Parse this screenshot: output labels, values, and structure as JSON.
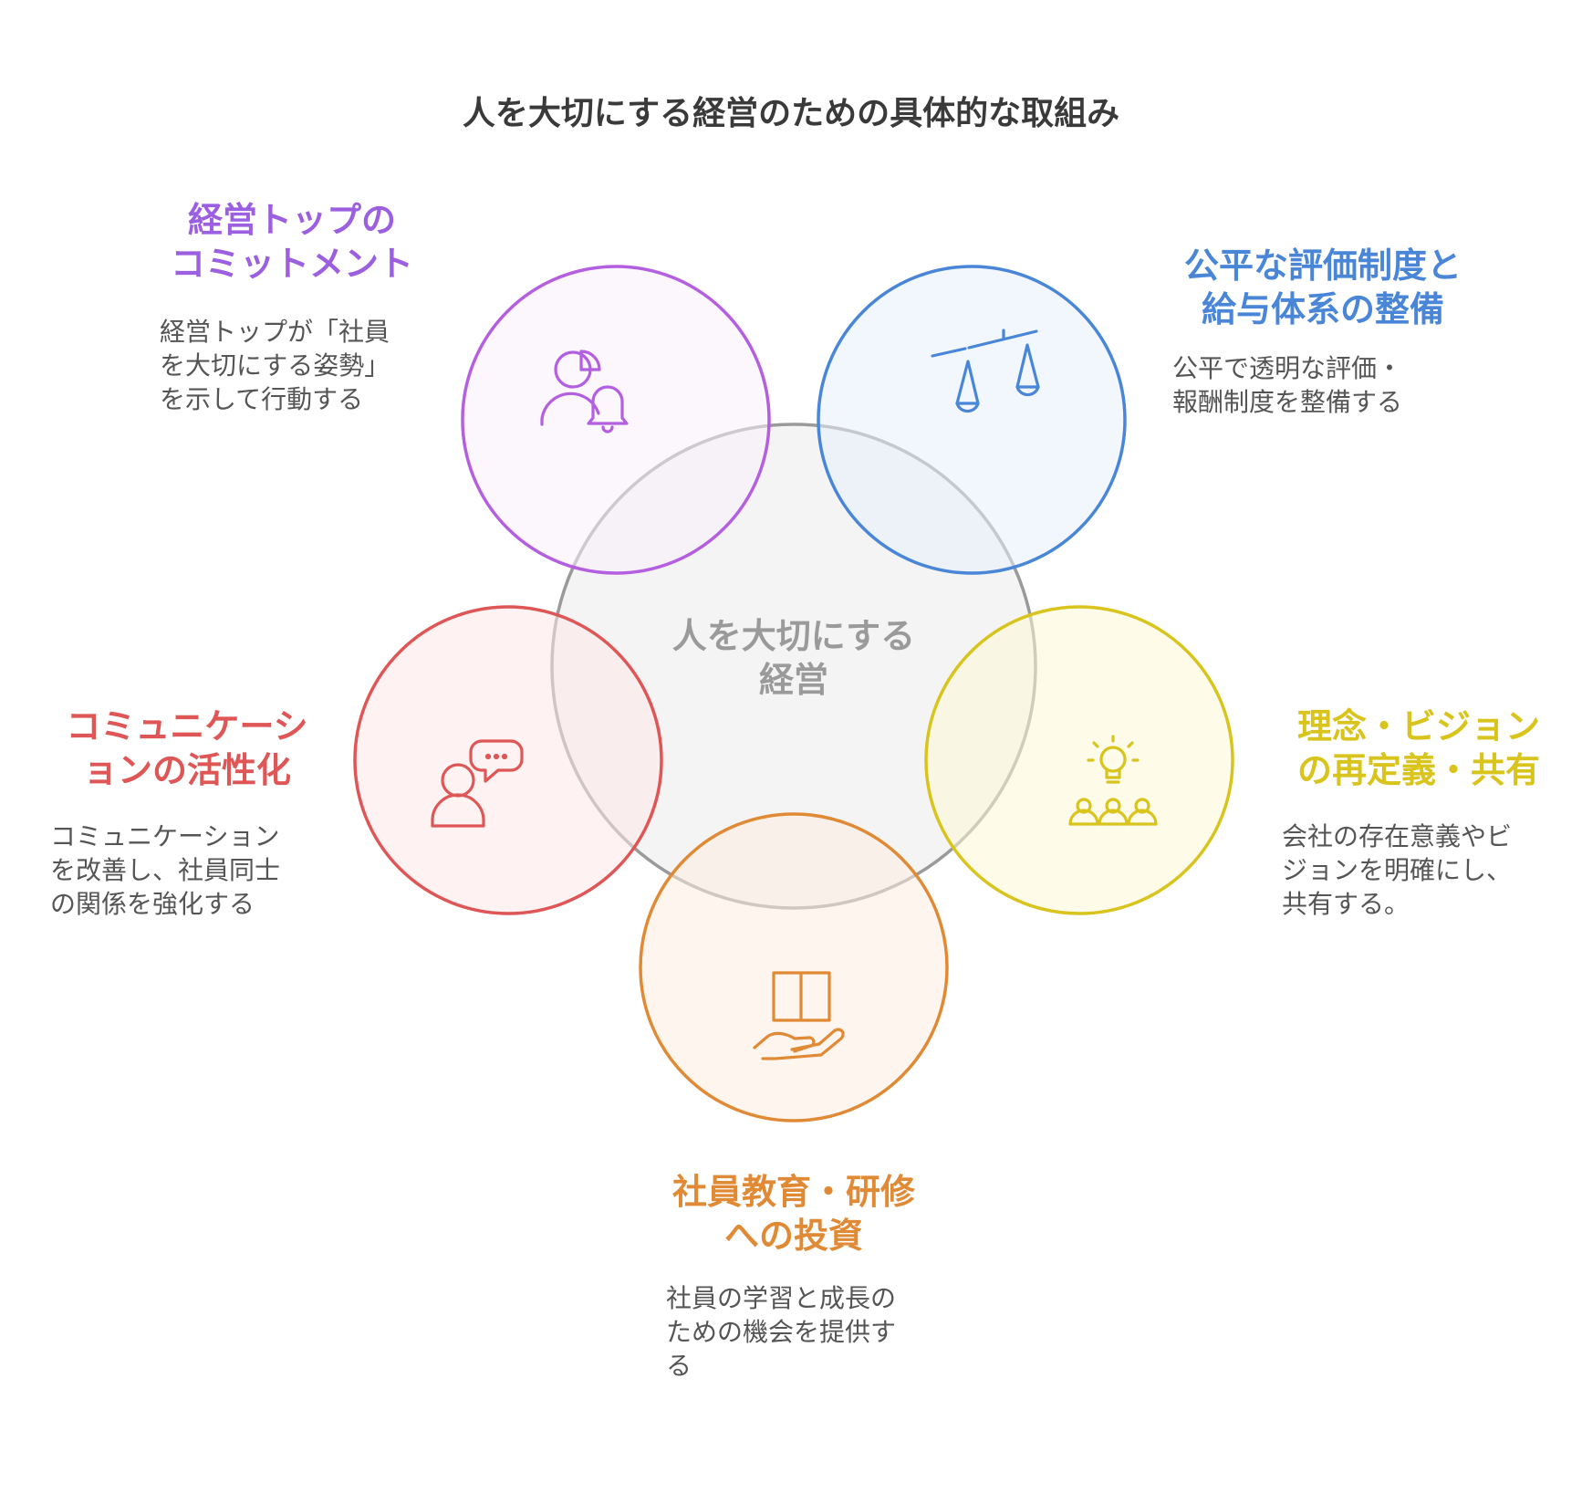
{
  "title": "人を大切にする経営のための具体的な取組み",
  "center": {
    "label": "人を大切にする\n経営"
  },
  "colors": {
    "center": "#9a9a9a",
    "commitment": "#9b5fe0",
    "evaluation": "#4a86d8",
    "vision": "#d9c41e",
    "communication": "#de5656",
    "education": "#e08a36"
  },
  "nodes": [
    {
      "id": "commitment",
      "heading": "経営トップの\nコミットメント",
      "description": "経営トップが「社員\nを大切にする姿勢」\nを示して行動する",
      "icon": "user-bell-icon"
    },
    {
      "id": "evaluation",
      "heading": "公平な評価制度と\n給与体系の整備",
      "description": "公平で透明な評価・\n報酬制度を整備する",
      "icon": "scale-icon"
    },
    {
      "id": "vision",
      "heading": "理念・ビジョン\nの再定義・共有",
      "description": "会社の存在意義やビ\nジョンを明確にし、\n共有する。",
      "icon": "lightbulb-team-icon"
    },
    {
      "id": "communication",
      "heading": "コミュニケーシ\nョンの活性化",
      "description": "コミュニケーション\nを改善し、社員同士\nの関係を強化する",
      "icon": "user-chat-icon"
    },
    {
      "id": "education",
      "heading": "社員教育・研修\nへの投資",
      "description": "社員の学習と成長の\nための機会を提供す\nる",
      "icon": "book-hand-icon"
    }
  ]
}
